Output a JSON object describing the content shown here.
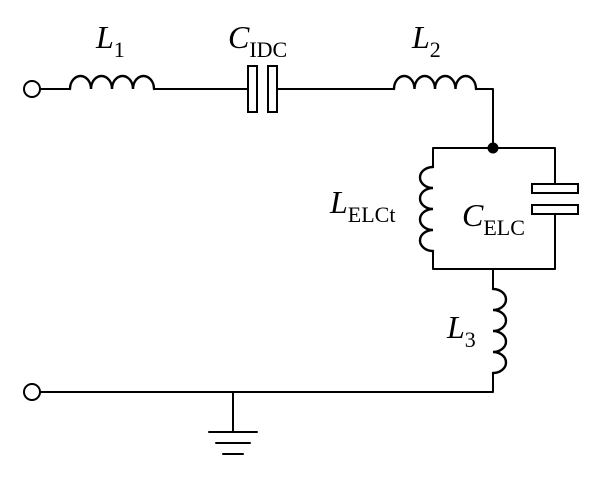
{
  "components": {
    "L1": {
      "symbol": "L",
      "subscript": "1"
    },
    "CIDC": {
      "symbol": "C",
      "subscript": "IDC"
    },
    "L2": {
      "symbol": "L",
      "subscript": "2"
    },
    "LELCt": {
      "symbol": "L",
      "subscript": "ELCt"
    },
    "CELC": {
      "symbol": "C",
      "subscript": "ELC"
    },
    "L3": {
      "symbol": "L",
      "subscript": "3"
    }
  }
}
